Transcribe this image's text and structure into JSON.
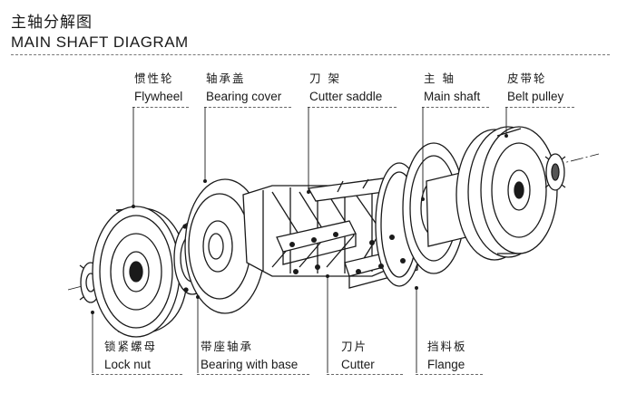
{
  "title": {
    "zh": "主轴分解图",
    "en": "MAIN SHAFT DIAGRAM"
  },
  "labels": {
    "flywheel": {
      "zh": "惯性轮",
      "en": "Flywheel"
    },
    "bearing_cover": {
      "zh": "轴承盖",
      "en": "Bearing cover"
    },
    "cutter_saddle": {
      "zh": "刀 架",
      "en": "Cutter saddle"
    },
    "main_shaft": {
      "zh": "主 轴",
      "en": "Main shaft"
    },
    "belt_pulley": {
      "zh": "皮带轮",
      "en": "Belt pulley"
    },
    "lock_nut": {
      "zh": "锁紧螺母",
      "en": "Lock nut"
    },
    "bearing_base": {
      "zh": "带座轴承",
      "en": "Bearing with base"
    },
    "cutter": {
      "zh": "刀片",
      "en": "Cutter"
    },
    "flange": {
      "zh": "挡料板",
      "en": "Flange"
    }
  },
  "colors": {
    "line": "#1a1a1a",
    "rule": "#666666"
  }
}
